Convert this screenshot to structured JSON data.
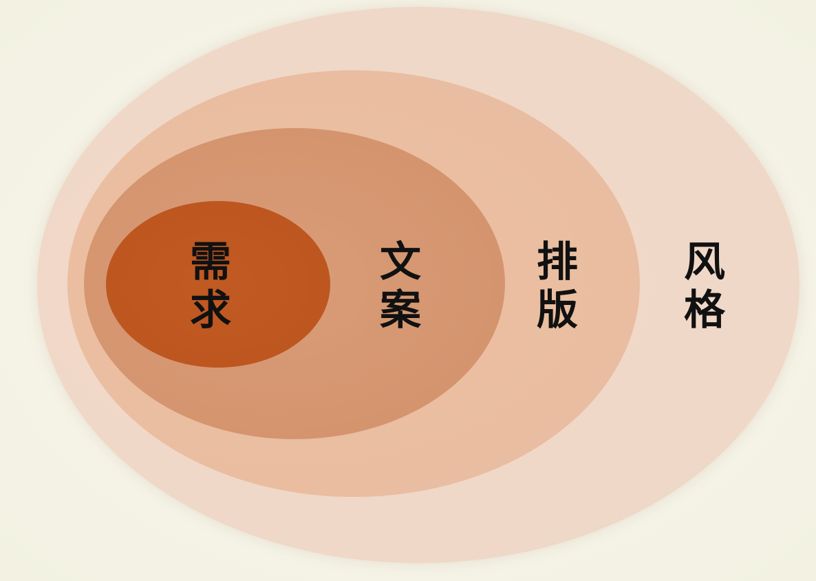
{
  "layers": [
    {
      "id": "needs",
      "label": "需\n求",
      "color": "#bf5821"
    },
    {
      "id": "copy",
      "label": "文\n案",
      "color": "#d6976f"
    },
    {
      "id": "layout",
      "label": "排\n版",
      "color": "#ebbd9f"
    },
    {
      "id": "style",
      "label": "风\n格",
      "color": "#f2d9c9"
    }
  ],
  "colors": {
    "background": "#f4f3e6",
    "text": "#111111"
  }
}
